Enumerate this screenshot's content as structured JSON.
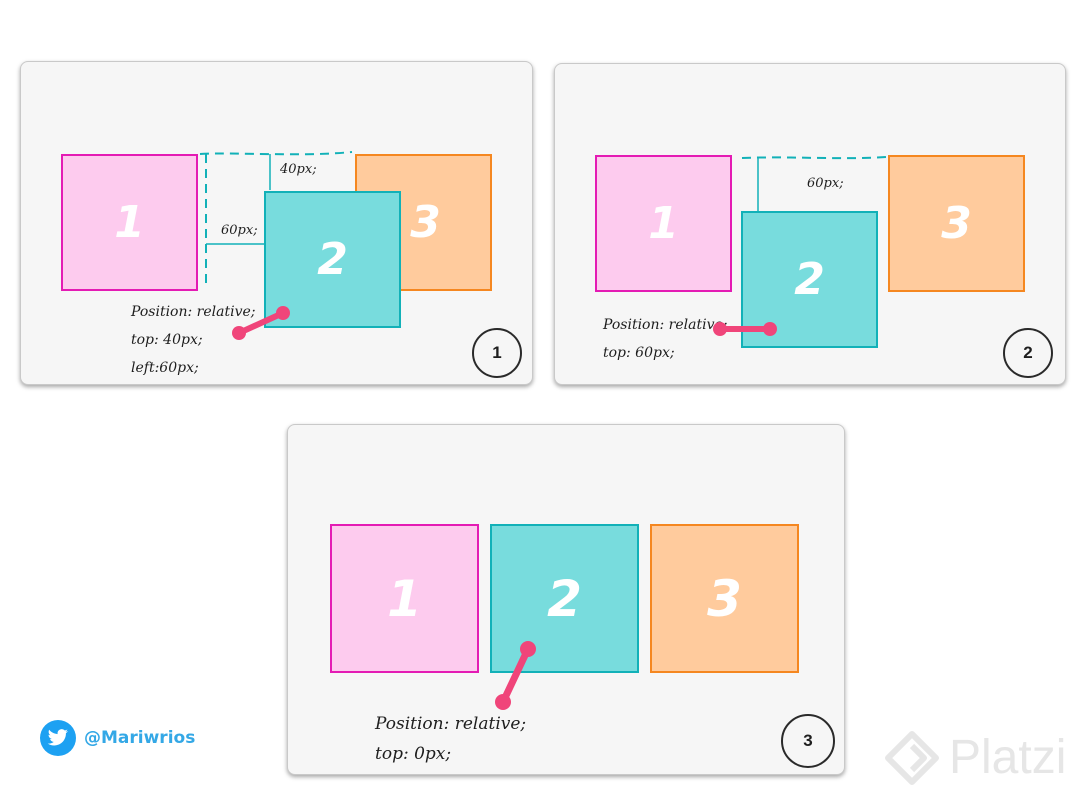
{
  "panels": [
    {
      "badge": "1",
      "boxes": [
        "1",
        "2",
        "3"
      ],
      "code_lines": [
        "Position: relative;",
        "top: 40px;",
        "left:60px;"
      ],
      "measure_top": "40px;",
      "measure_left": "60px;"
    },
    {
      "badge": "2",
      "boxes": [
        "1",
        "2",
        "3"
      ],
      "code_lines": [
        "Position: relative;",
        "top: 60px;"
      ],
      "measure_top": "60px;"
    },
    {
      "badge": "3",
      "boxes": [
        "1",
        "2",
        "3"
      ],
      "code_lines": [
        "Position: relative;",
        "top: 0px;"
      ]
    }
  ],
  "footer": {
    "twitter_handle": "@Mariwrios",
    "brand": "Platzi",
    "twitter_icon": "twitter-bird-icon",
    "brand_icon": "platzi-logo-icon"
  },
  "colors": {
    "pink_fill": "#fdcbee",
    "pink_border": "#e41bb4",
    "teal_fill": "#78dcdd",
    "teal_border": "#12b1b8",
    "orange_fill": "#ffcb9d",
    "orange_border": "#f58720",
    "pointer": "#f0457a",
    "measure_line": "#12b1b8"
  }
}
